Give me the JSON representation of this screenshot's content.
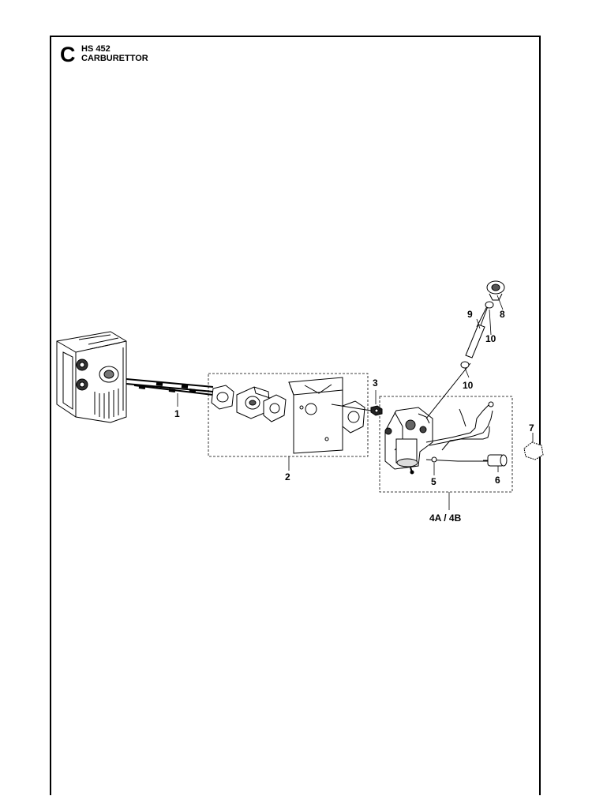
{
  "header": {
    "section_letter": "C",
    "model": "HS 452",
    "title": "CARBURETTOR"
  },
  "callouts": [
    {
      "id": "c1",
      "label": "1"
    },
    {
      "id": "c2",
      "label": "2"
    },
    {
      "id": "c3",
      "label": "3"
    },
    {
      "id": "c4",
      "label": "4A / 4B"
    },
    {
      "id": "c5",
      "label": "5"
    },
    {
      "id": "c6",
      "label": "6"
    },
    {
      "id": "c7",
      "label": "7"
    },
    {
      "id": "c8",
      "label": "8"
    },
    {
      "id": "c9",
      "label": "9"
    },
    {
      "id": "c10a",
      "label": "10"
    },
    {
      "id": "c10b",
      "label": "10"
    }
  ]
}
